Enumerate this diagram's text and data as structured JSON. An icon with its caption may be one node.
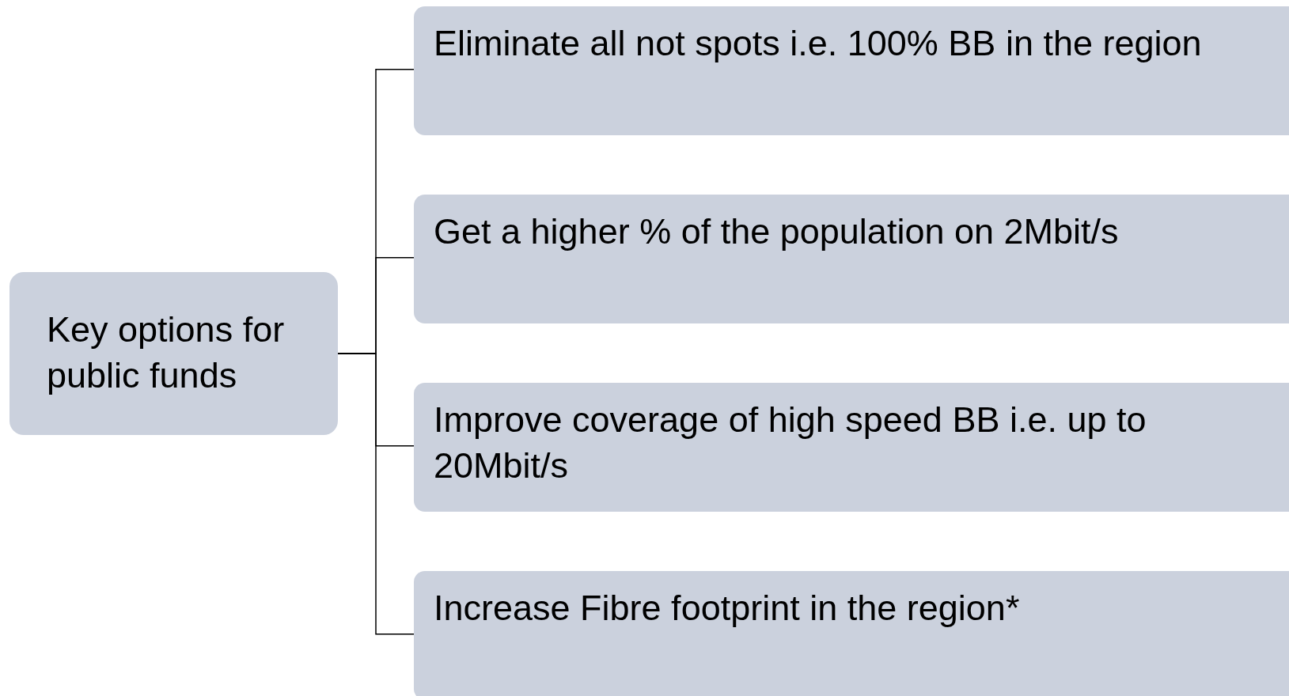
{
  "diagram": {
    "nodes": [
      {
        "text": [
          "Key options for public funds"
        ]
      },
      {
        "text": [
          "Eliminate all not spots i.e. 100% BB in the region"
        ]
      },
      {
        "text": [
          "Get a higher % of the population on 2Mbit/s"
        ]
      },
      {
        "text": [
          "Improve coverage of high speed BB i.e. up to 20Mbit/s"
        ]
      },
      {
        "text": [
          "Increase Fibre footprint in the region*"
        ]
      }
    ],
    "edges": [
      {
        "from": 0,
        "to": 1,
        "arrow": "none"
      },
      {
        "from": 0,
        "to": 2,
        "arrow": "none"
      },
      {
        "from": 0,
        "to": 3,
        "arrow": "none"
      },
      {
        "from": 0,
        "to": 4,
        "arrow": "none"
      }
    ]
  }
}
